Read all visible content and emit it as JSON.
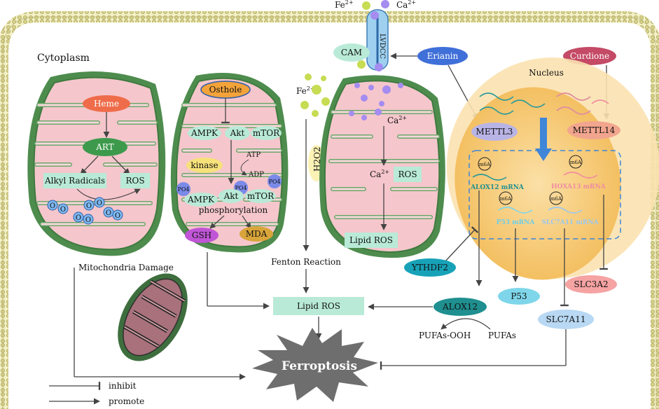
{
  "ions": {
    "fe": "Fe2+",
    "ca": "Ca2+",
    "fe_sup": "2+",
    "fe_base": "Fe",
    "ca_base": "Ca",
    "ca_sup": "2+"
  },
  "channel": {
    "name": "LVDCC"
  },
  "cam": "CAM",
  "drugs": {
    "erianin": "Erianin",
    "curdione": "Curdione",
    "osthole": "Osthole",
    "art": "ART"
  },
  "cytoplasm_label": "Cytoplasm",
  "nucleus_label": "Nucleus",
  "mito1": {
    "heme": "Heme",
    "art": "ART",
    "alkyl": "Alkyl Radicals",
    "ros": "ROS",
    "o_label": "O"
  },
  "mito2": {
    "ampk": "AMPK",
    "akt": "Akt",
    "mtor": "mTOR",
    "atp": "ATP",
    "adp": "ADP",
    "kinase": "kinase",
    "po4": "PO4",
    "phos": "phosphorylation",
    "gsh": "GSH",
    "mda": "MDA"
  },
  "mito3": {
    "ca": "Ca2+",
    "ros": "ROS",
    "lipid_ros": "Lipid ROS"
  },
  "h2o2": "H2O2",
  "fenton": "Fenton Reaction",
  "mito_damage": "Mitochondria Damage",
  "nucleus": {
    "mettl3": "METTL3",
    "mettl14": "METTL14",
    "m6a": "m6A",
    "alox12_mrna": "ALOX12 mRNA",
    "hoxa13_mrna": "HOXA13 mRNA",
    "p53_mrna": "P53 mRNA",
    "slc7a11_mrna": "SLC7A11 mRNA"
  },
  "proteins": {
    "ythdf2": "YTHDF2",
    "p53": "P53",
    "slc3a2": "SLC3A2",
    "slc7a11": "SLC7A11",
    "alox12": "ALOX12"
  },
  "lipid_ros_main": "Lipid ROS",
  "pufas_ooh": "PUFAs-OOH",
  "pufas": "PUFAs",
  "ferroptosis": "Ferroptosis",
  "legend": {
    "inhibit": "inhibit",
    "promote": "promote"
  },
  "colors": {
    "membrane": "#e6e2a6",
    "mito_outer": "#6aa86a",
    "mito_inner": "#f5c6cc",
    "nucleus": "#f7c870",
    "node_teal": "#b9ead8",
    "ythdf2": "#17a2b8",
    "alox12": "#1f8f8f",
    "p53": "#7fd6ea",
    "slc3a2": "#f6a3a3",
    "slc7a11": "#b8d8f3",
    "erianin": "#3f6fd8",
    "curdione": "#c44a66",
    "mettl3": "#b9b4e6",
    "mettl14": "#f2a58e"
  }
}
